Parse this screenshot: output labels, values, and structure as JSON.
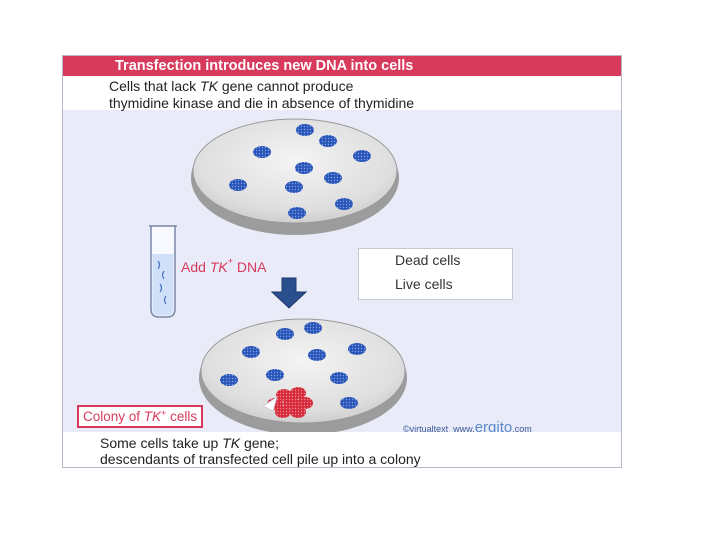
{
  "title": "Transfection introduces new DNA into cells",
  "top_caption": {
    "line1_a": "Cells that lack ",
    "line1_gene": "TK",
    "line1_b": " gene cannot produce",
    "line2": "thymidine kinase and die in absence of thymidine"
  },
  "tube_label": {
    "prefix": "Add ",
    "gene": "TK",
    "sup": "+",
    "suffix": " DNA"
  },
  "legend": {
    "dead": "Dead cells",
    "live": "Live cells",
    "dead_color": "#2a55b8",
    "live_color": "#d62a3a"
  },
  "colony_label": {
    "prefix": "Colony of ",
    "gene": "TK",
    "sup": "+",
    "suffix": " cells"
  },
  "credit": {
    "left": "©virtualtext",
    "www": "www.",
    "brand": "ergito",
    "tld": ".com"
  },
  "bottom_caption": {
    "line1_a": "Some cells take up ",
    "line1_gene": "TK",
    "line1_b": " gene;",
    "line2": "descendants of transfected cell pile up into a colony"
  }
}
